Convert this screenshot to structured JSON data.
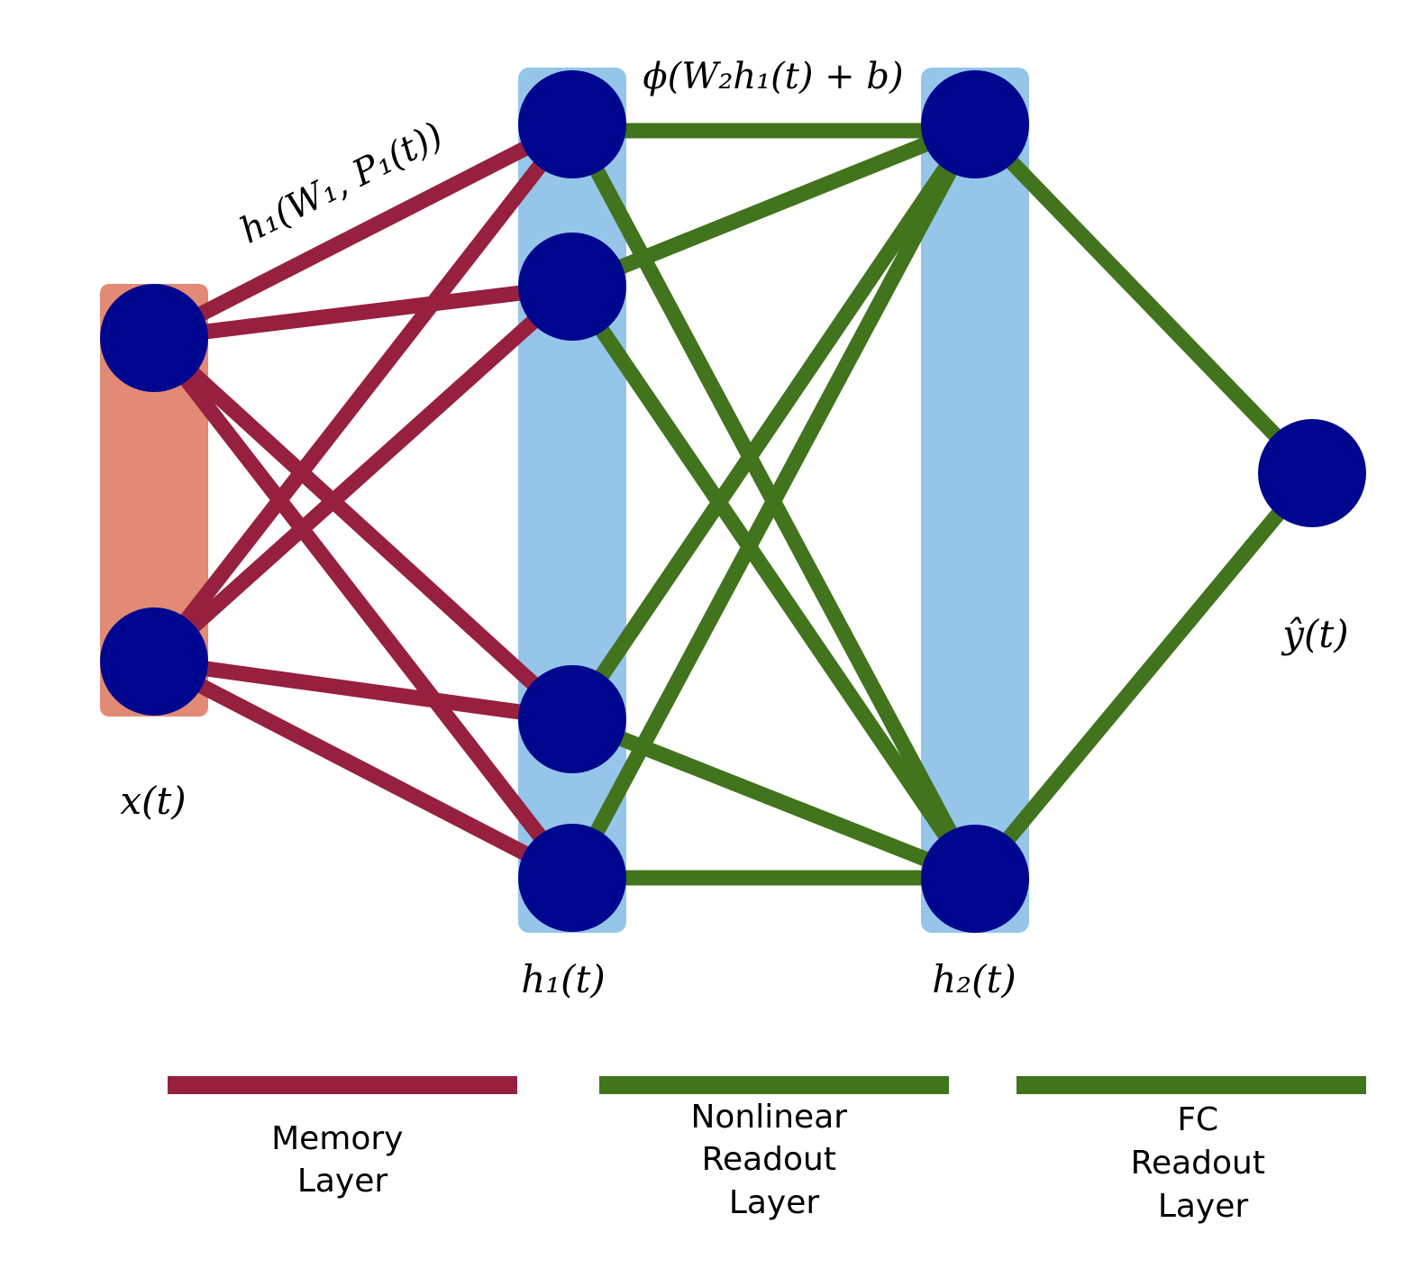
{
  "colors": {
    "memory_edge": "#97203f",
    "readout_edge": "#41741c",
    "node_fill": "#00078f",
    "input_band": "#e38a76",
    "hidden_band": "#95c5e9"
  },
  "labels": {
    "x_t": "x(t)",
    "h1_t": "h₁(t)",
    "h2_t": "h₂(t)",
    "y_hat": "ŷ(t)",
    "memory_formula": "h₁(W₁, P₁(t))",
    "readout_formula": "ϕ(W₂h₁(t) + b)"
  },
  "legend": [
    {
      "id": "memory",
      "color_key": "memory_edge",
      "lines": [
        "Memory",
        "Layer"
      ]
    },
    {
      "id": "nonlinear",
      "color_key": "readout_edge",
      "lines": [
        "Nonlinear",
        "Readout",
        "Layer"
      ]
    },
    {
      "id": "fc",
      "color_key": "readout_edge",
      "lines": [
        "FC",
        "Readout",
        "Layer"
      ]
    }
  ]
}
